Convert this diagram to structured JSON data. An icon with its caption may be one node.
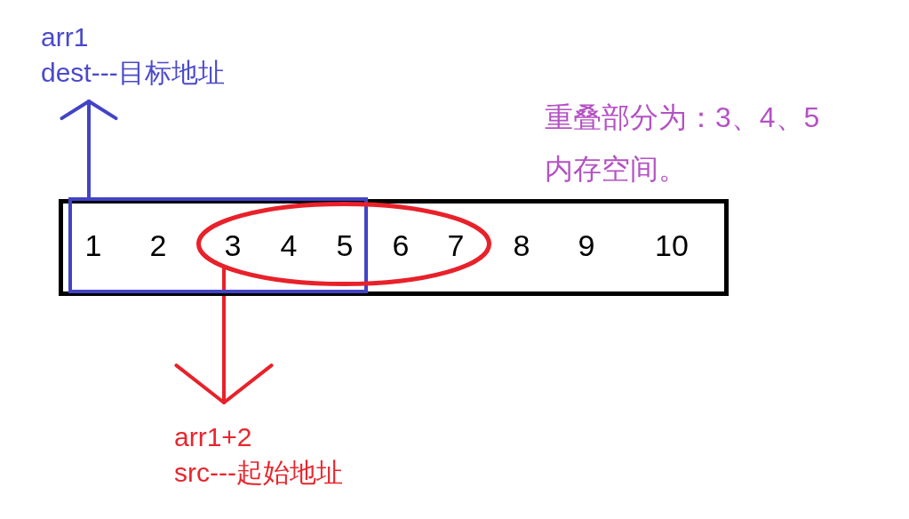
{
  "diagram": {
    "nodes": [
      {
        "text": [],
        "shape": "box"
      },
      {
        "text": [],
        "shape": "box",
        "in": 0
      },
      {
        "text": [],
        "shape": "ellipse",
        "in": 0
      },
      {
        "text": [
          "1"
        ],
        "in": 1
      },
      {
        "text": [
          "2"
        ],
        "in": 1
      },
      {
        "text": [
          "3"
        ]
      },
      {
        "text": [
          "4"
        ]
      },
      {
        "text": [
          "5"
        ]
      },
      {
        "text": [
          "6"
        ],
        "in": 2
      },
      {
        "text": [
          "7"
        ],
        "in": 2
      },
      {
        "text": [
          "8"
        ],
        "in": 0
      },
      {
        "text": [
          "9"
        ],
        "in": 0
      },
      {
        "text": [
          "10"
        ],
        "in": 0
      },
      {
        "text": [
          "arr1",
          "dest---目标地址"
        ]
      },
      {
        "text": [
          "arr1+2",
          "src---起始地址"
        ]
      }
    ],
    "edges": [
      {
        "from": 1,
        "to": 13,
        "arrow": "to",
        "color": "#4343c6"
      },
      {
        "from": 2,
        "to": 14,
        "arrow": "to",
        "color": "#e8212a"
      }
    ],
    "labels": [
      "重叠部分为：3、4、5内存空间。"
    ]
  }
}
